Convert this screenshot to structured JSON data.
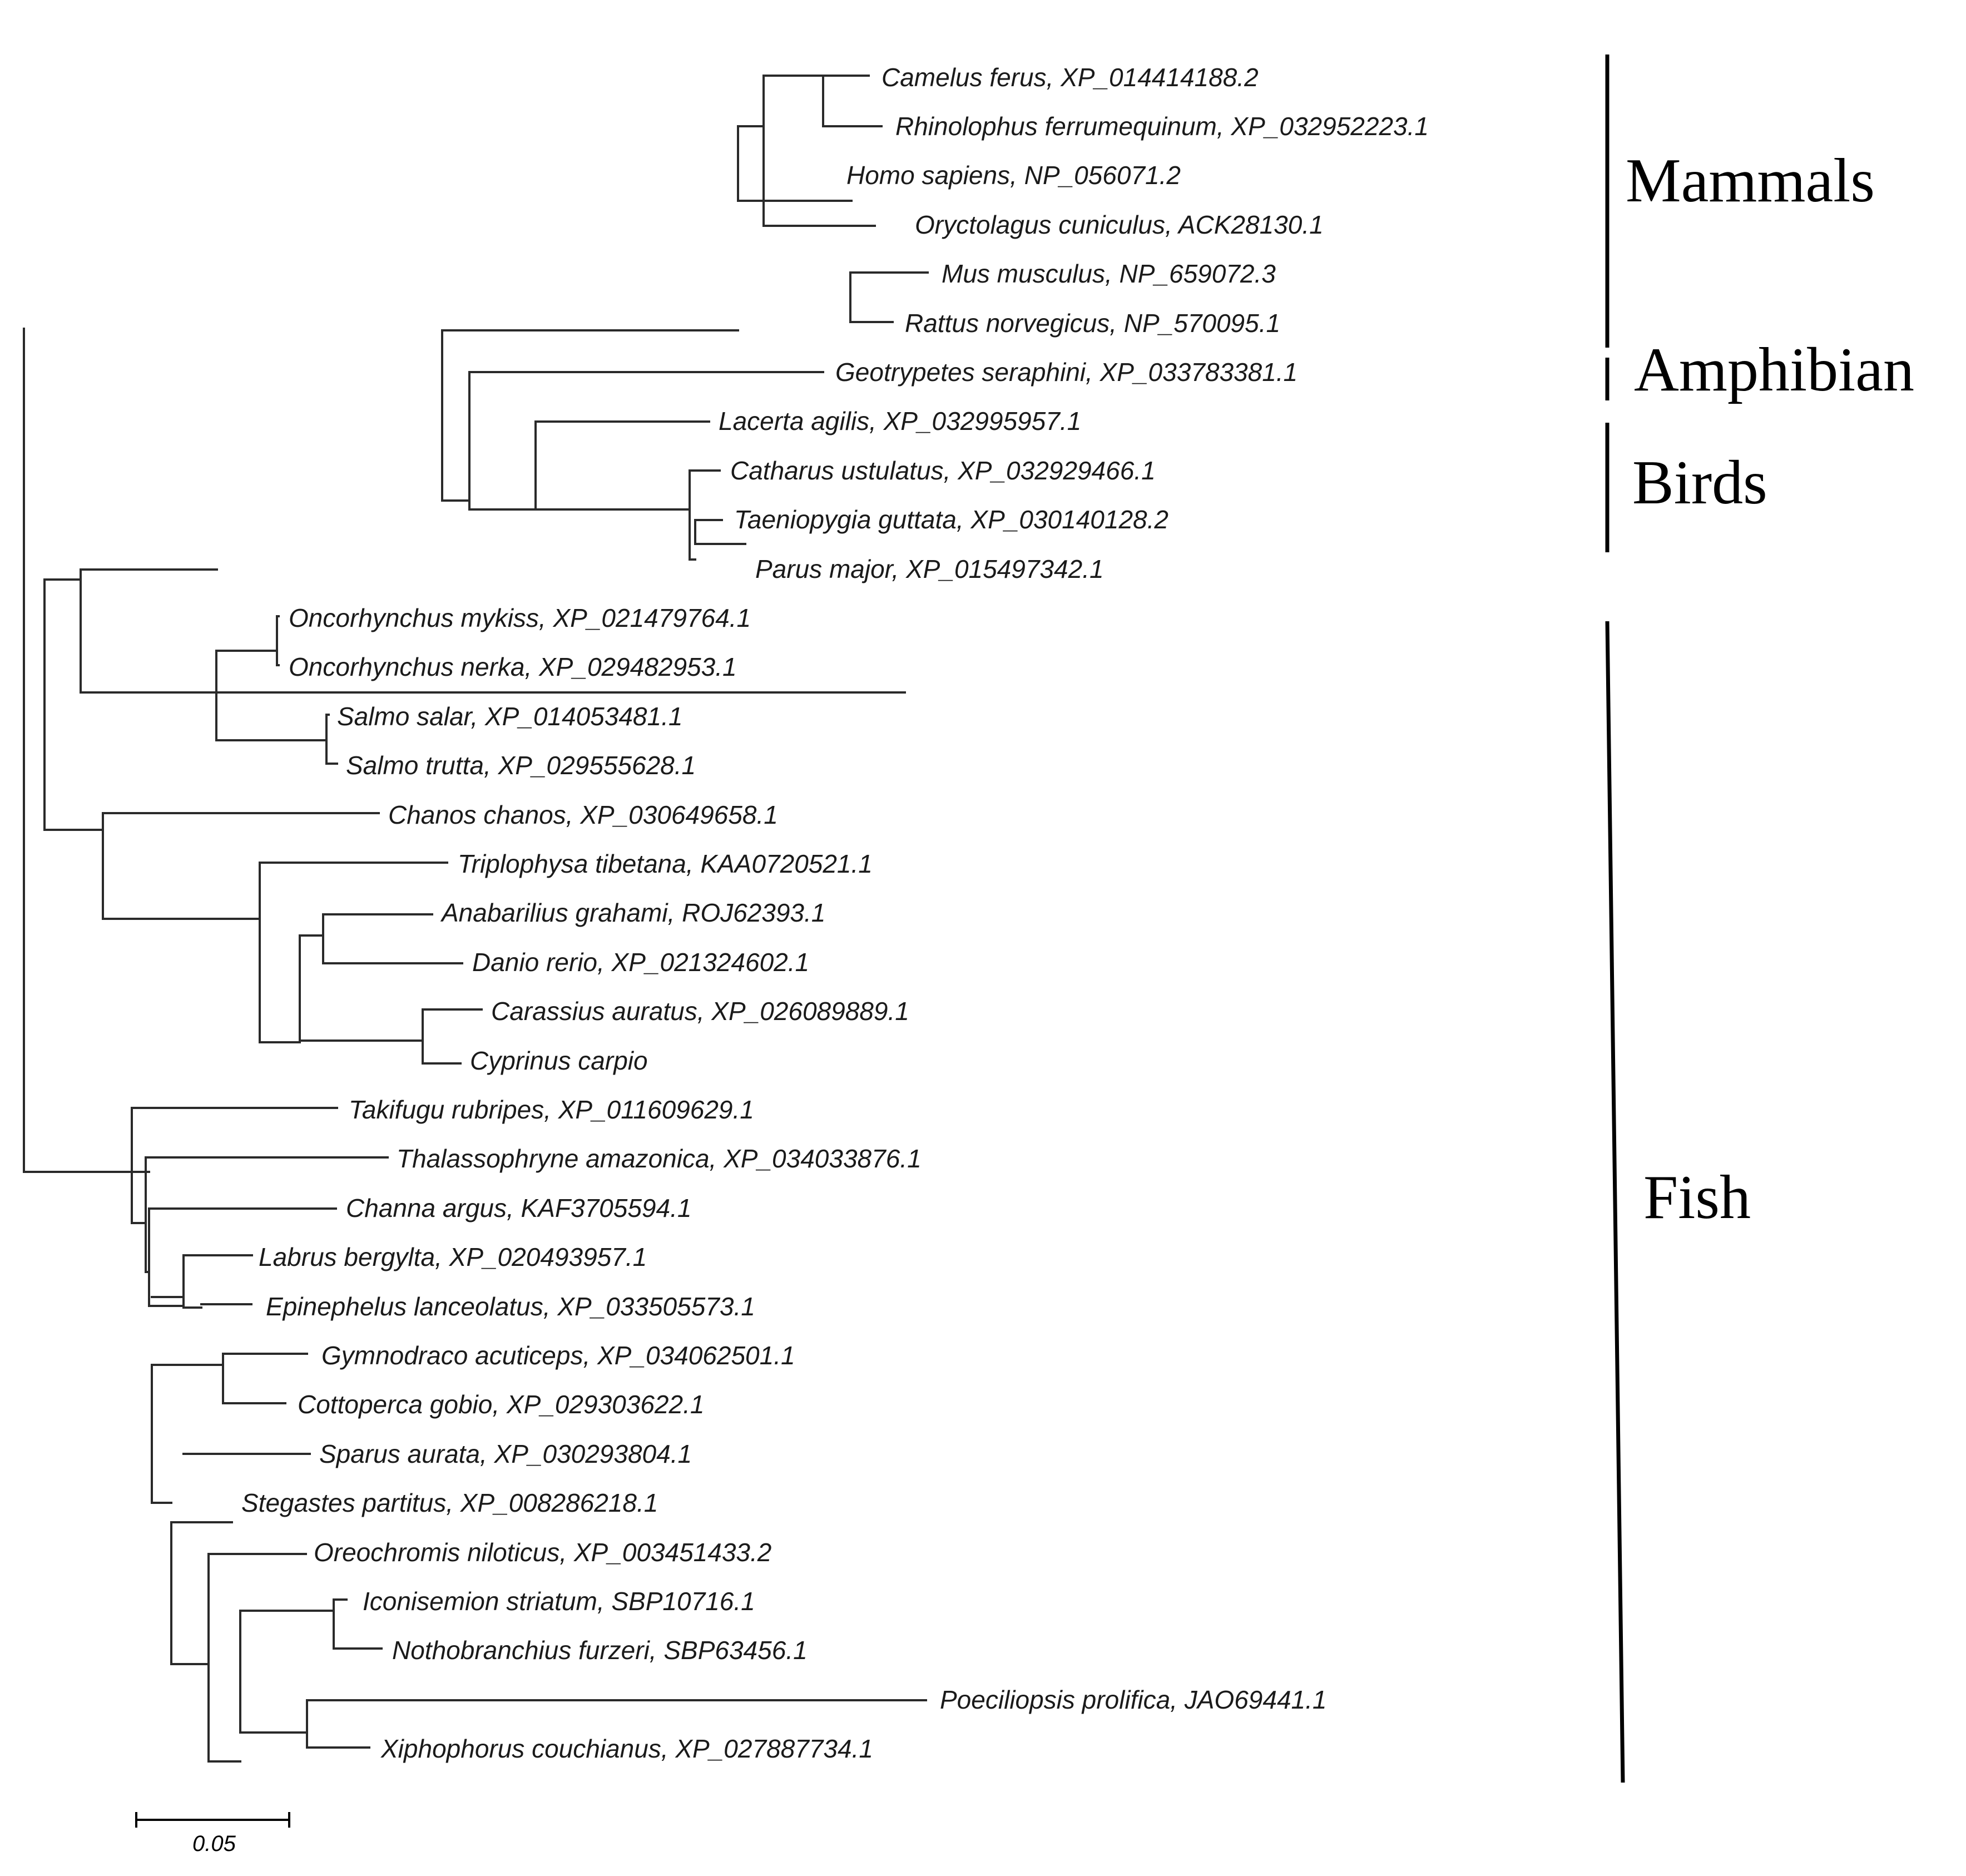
{
  "tree": {
    "leaves": [
      "Camelus ferus, XP_014414188.2",
      "Rhinolophus ferrumequinum, XP_032952223.1",
      "Homo sapiens, NP_056071.2",
      "Oryctolagus cuniculus, ACK28130.1",
      "Mus musculus, NP_659072.3",
      "Rattus norvegicus, NP_570095.1",
      "Geotrypetes seraphini, XP_033783381.1",
      "Lacerta agilis, XP_032995957.1",
      "Catharus ustulatus, XP_032929466.1",
      "Taeniopygia guttata, XP_030140128.2",
      "Parus major, XP_015497342.1",
      "Oncorhynchus mykiss, XP_021479764.1",
      "Oncorhynchus nerka, XP_029482953.1",
      "Salmo salar, XP_014053481.1",
      "Salmo trutta, XP_029555628.1",
      "Chanos chanos, XP_030649658.1",
      "Triplophysa tibetana, KAA0720521.1",
      "Anabarilius grahami, ROJ62393.1",
      "Danio rerio, XP_021324602.1",
      "Carassius auratus, XP_026089889.1",
      "Cyprinus carpio",
      "Takifugu rubripes, XP_011609629.1",
      "Thalassophryne amazonica, XP_034033876.1",
      "Channa argus, KAF3705594.1",
      "Labrus bergylta, XP_020493957.1",
      "Epinephelus lanceolatus, XP_033505573.1",
      "Gymnodraco acuticeps, XP_034062501.1",
      "Cottoperca gobio, XP_029303622.1",
      "Sparus aurata, XP_030293804.1",
      "Stegastes partitus, XP_008286218.1",
      "Oreochromis niloticus, XP_003451433.2",
      "Iconisemion striatum, SBP10716.1",
      "Nothobranchius furzeri, SBP63456.1",
      "Poeciliopsis prolifica, JAO69441.1",
      "Xiphophorus couchianus, XP_027887734.1"
    ],
    "groups": [
      "Mammals",
      "Amphibian",
      "Birds",
      "Fish"
    ],
    "scale_bar": "0.05"
  }
}
